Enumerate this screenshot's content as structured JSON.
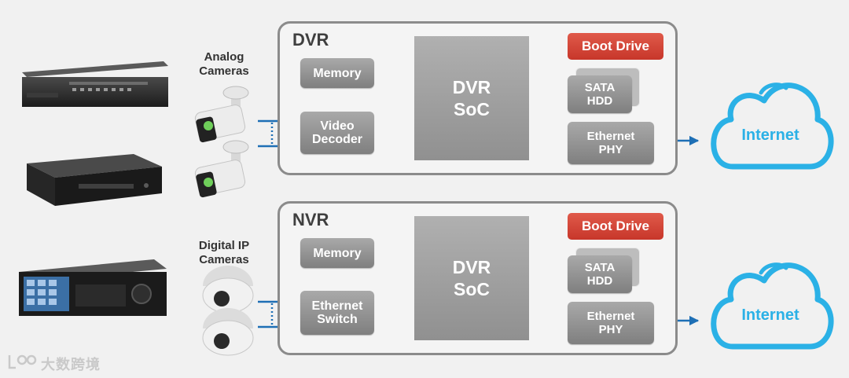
{
  "dvr_panel": {
    "title": "DVR",
    "memory": "Memory",
    "decoder": [
      "Video",
      "Decoder"
    ],
    "soc": [
      "DVR",
      "SoC"
    ],
    "boot": "Boot Drive",
    "hdd": [
      "SATA",
      "HDD"
    ],
    "phy": [
      "Ethernet",
      "PHY"
    ],
    "internet": "Internet"
  },
  "nvr_panel": {
    "title": "NVR",
    "memory": "Memory",
    "switch": [
      "Ethernet",
      "Switch"
    ],
    "soc": [
      "DVR",
      "SoC"
    ],
    "boot": "Boot Drive",
    "hdd": [
      "SATA",
      "HDD"
    ],
    "phy": [
      "Ethernet",
      "PHY"
    ],
    "internet": "Internet"
  },
  "cameras": {
    "analog": [
      "Analog",
      "Cameras"
    ],
    "digital": [
      "Digital IP",
      "Cameras"
    ]
  },
  "watermark": "大数跨境",
  "colors": {
    "arrow": "#1e6fb5",
    "boot": "#d2453a",
    "cloud": "#2bb1e6",
    "panel_border": "#8b8b8b"
  }
}
